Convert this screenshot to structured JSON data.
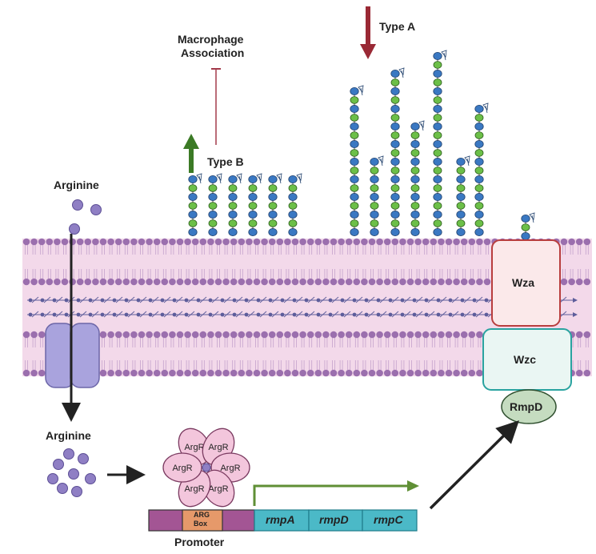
{
  "labels": {
    "arginine_top": "Arginine",
    "arginine_bottom": "Arginine",
    "macrophage": "Macrophage",
    "association": "Association",
    "type_a": "Type A",
    "type_b": "Type B",
    "wza": "Wza",
    "wzc": "Wzc",
    "rmpd_protein": "RmpD",
    "argr": "ArgR",
    "arg": "ARG",
    "box": "Box",
    "rmpA": "rmpA",
    "rmpD": "rmpD",
    "rmpC": "rmpC",
    "promoter": "Promoter"
  },
  "colors": {
    "membrane_bg": "#f3d9ea",
    "lipid_head": "#9b6fae",
    "lipid_tail": "#c4a2cc",
    "peptidoglycan_dot": "#5d5d9b",
    "transporter": "#a9a3dd",
    "arginine_dot": "#8f7fc4",
    "sugar_blue": "#3a78c2",
    "sugar_green": "#6cbf48",
    "inhibit_line": "#a33a4a",
    "type_a_arrow": "#9a2935",
    "type_b_arrow": "#3b7a25",
    "wza_fill": "#fbe9ea",
    "wza_border": "#b83e3e",
    "wzc_fill": "#eaf6f3",
    "wzc_border": "#2aa3a0",
    "rmpd_fill": "#c5dcc0",
    "argr_fill": "#f3c6dc",
    "argr_border": "#7a3a60",
    "promoter_fill": "#a35594",
    "arg_box_fill": "#e6996a",
    "gene_fill": "#4bb9c7",
    "gene_border": "#1f7b8a",
    "transcript_arrow": "#5f8f35"
  }
}
